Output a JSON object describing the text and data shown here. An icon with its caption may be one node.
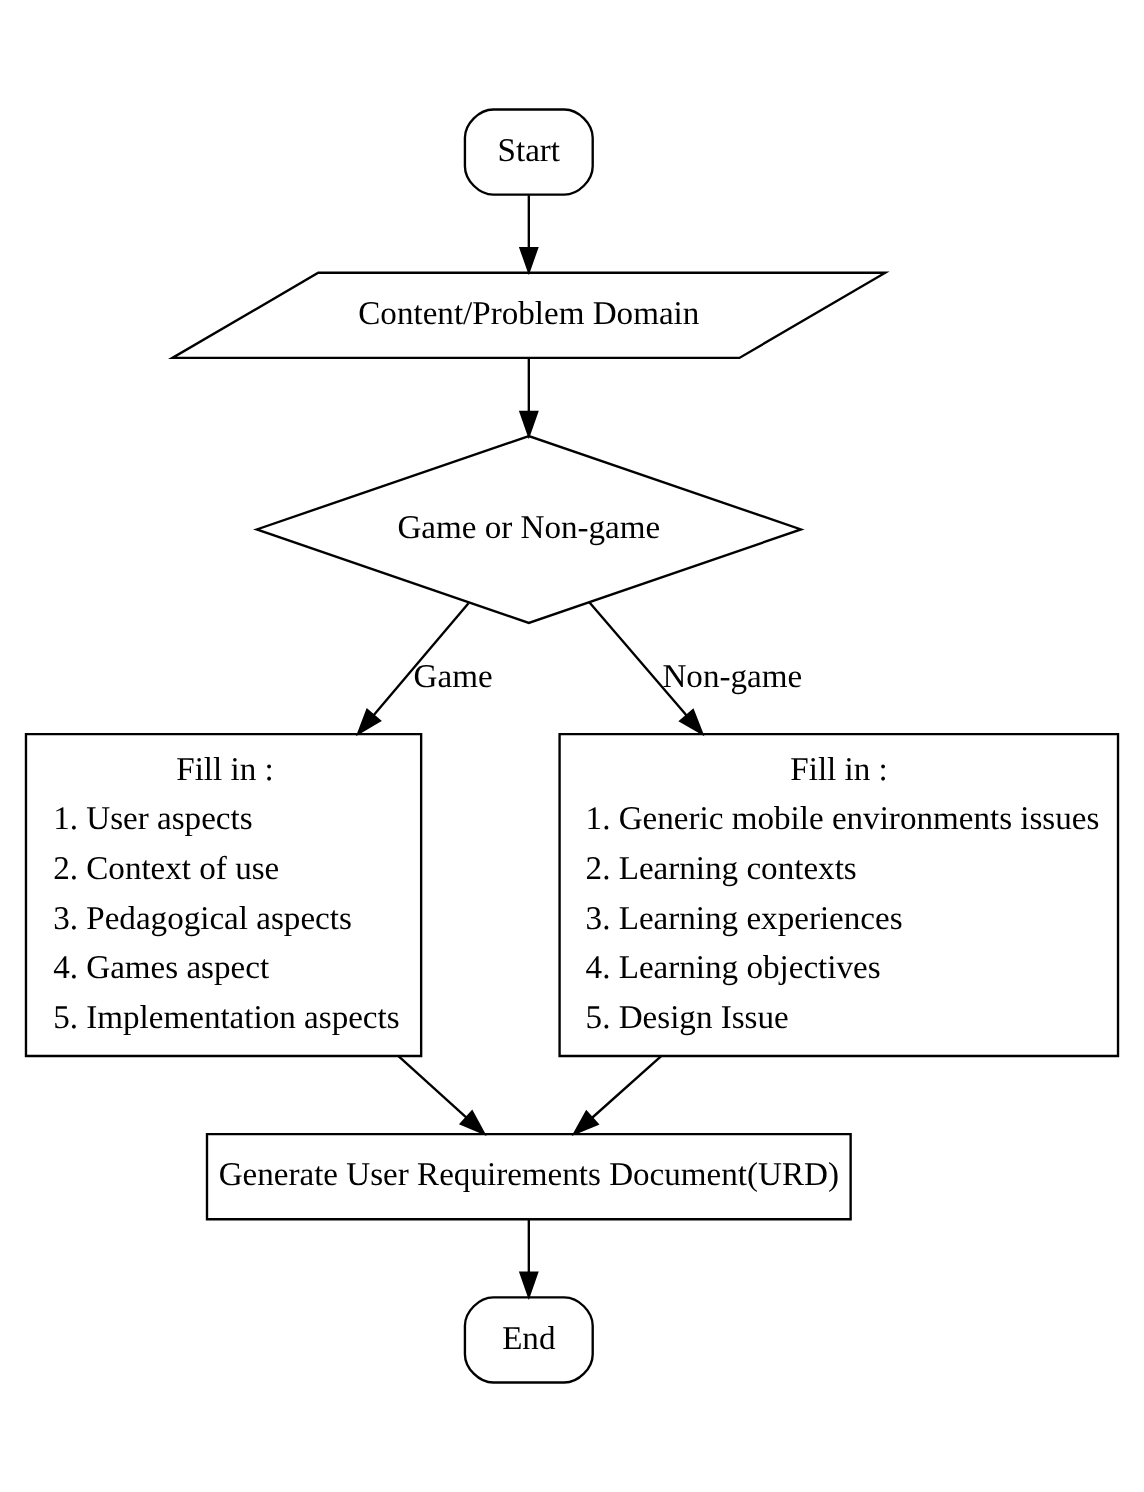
{
  "diagram": {
    "nodes": [
      {
        "text": [
          "Start"
        ]
      },
      {
        "text": [
          "Content/Problem Domain"
        ]
      },
      {
        "text": [
          "Game or Non-game"
        ]
      },
      {
        "text": [
          "Fill in :",
          "1. User aspects",
          "2. Context of use",
          "3. Pedagogical aspects",
          "4. Games aspect",
          "5. Implementation aspects"
        ]
      },
      {
        "text": [
          "Fill in :",
          "1. Generic mobile environments issues",
          "2. Learning contexts",
          "3. Learning experiences",
          "4. Learning objectives",
          "5. Design Issue"
        ]
      },
      {
        "text": [
          "Generate User Requirements Document(URD)"
        ]
      },
      {
        "text": [
          "End"
        ]
      }
    ],
    "edges": [
      {
        "from": 0,
        "to": 1,
        "arrow": "to"
      },
      {
        "from": 1,
        "to": 2,
        "arrow": "to"
      },
      {
        "from": 2,
        "to": 3,
        "arrow": "to",
        "label": "Game"
      },
      {
        "from": 2,
        "to": 4,
        "arrow": "to",
        "label": "Non-game"
      },
      {
        "from": 3,
        "to": 5,
        "arrow": "to"
      },
      {
        "from": 4,
        "to": 5,
        "arrow": "to"
      },
      {
        "from": 5,
        "to": 6,
        "arrow": "to"
      }
    ]
  }
}
